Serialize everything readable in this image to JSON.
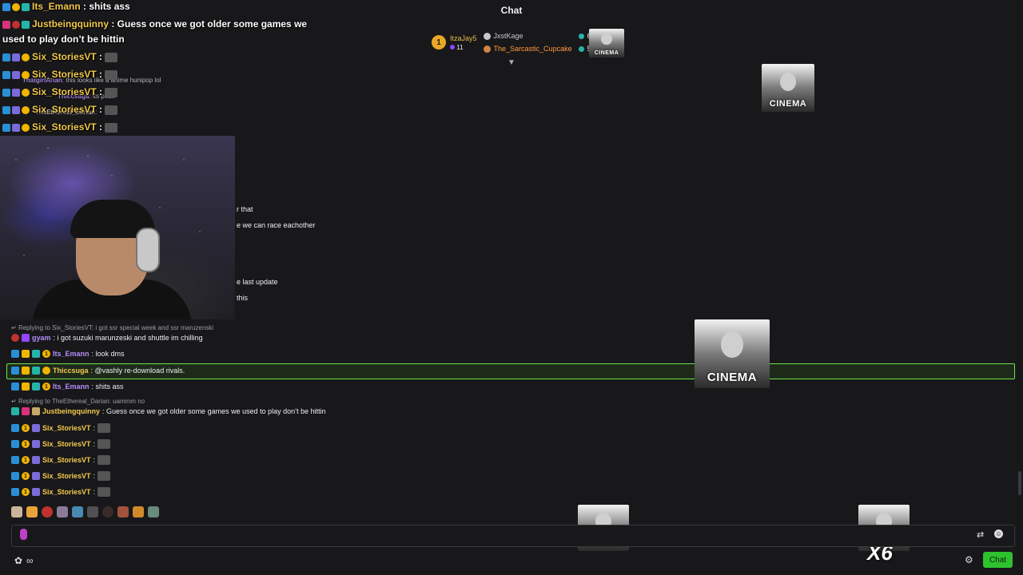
{
  "header": {
    "title": "Chat"
  },
  "leaderboard": {
    "first": {
      "rank": "1",
      "name": "ItzaJay5",
      "count": "11"
    },
    "second": {
      "name": "JxstKage"
    },
    "third": {
      "name": "The_Sarcastic_Cupcake"
    },
    "partial_a": "6",
    "partial_b": "5"
  },
  "overlay": [
    {
      "name": "Its_Emann",
      "text": " : shits ass"
    },
    {
      "name": "Justbeingquinny",
      "text": " : Guess once we got older some games we"
    },
    {
      "name": "",
      "text": "used to play don’t be hittin"
    },
    {
      "name": "Six_StoriesVT",
      "text": " :"
    },
    {
      "name": "Six_StoriesVT",
      "text": " :"
    },
    {
      "name": "Six_StoriesVT",
      "text": " :"
    },
    {
      "name": "Six_StoriesVT",
      "text": " :"
    },
    {
      "name": "Six_StoriesVT",
      "text": " :"
    }
  ],
  "ghost": [
    {
      "name": "ThatgirlArian",
      "text": ": this looks like a anime hunipop lol"
    },
    {
      "name": "Thiccsuga",
      "text": ": its peak"
    },
    {
      "name": "TheEthereal_Darian",
      "text": ":"
    }
  ],
  "cut_off": [
    "r that",
    "e we can race eachother",
    "e last update",
    "this"
  ],
  "chat": {
    "reply1": "Replying to Six_StoriesVT: i got ssr special week and ssr maruzenski",
    "m1": {
      "name": "gyam",
      "text": ": i got suzuki marunzeski and shuttle im chilling"
    },
    "m2": {
      "name": "Its_Emann",
      "text": ": look dms"
    },
    "m3": {
      "name": "Thiccsuga",
      "text": ": @vashly re-download rivals."
    },
    "m4": {
      "name": "Its_Emann",
      "text": ": shits ass"
    },
    "reply2": "Replying to TheEthereal_Darian: uammm no",
    "m5": {
      "name": "Justbeingquinny",
      "text": ": Guess once we got older some games we used to play don’t be hittin"
    },
    "six": [
      {
        "name": "Six_StoriesVT",
        "text": ":"
      },
      {
        "name": "Six_StoriesVT",
        "text": ":"
      },
      {
        "name": "Six_StoriesVT",
        "text": ":"
      },
      {
        "name": "Six_StoriesVT",
        "text": ":"
      },
      {
        "name": "Six_StoriesVT",
        "text": ":"
      }
    ]
  },
  "emotes": {
    "cinema_text": "CINEMA",
    "multiplier": "X6"
  },
  "bottom": {
    "chat_button": "Chat"
  },
  "colors": {
    "name_gold": "#f2c94c",
    "name_purple": "#b48ef7",
    "name_orange": "#ff9a3c",
    "highlight_border": "#6ee34a",
    "chat_button_bg": "#2fc22f"
  }
}
